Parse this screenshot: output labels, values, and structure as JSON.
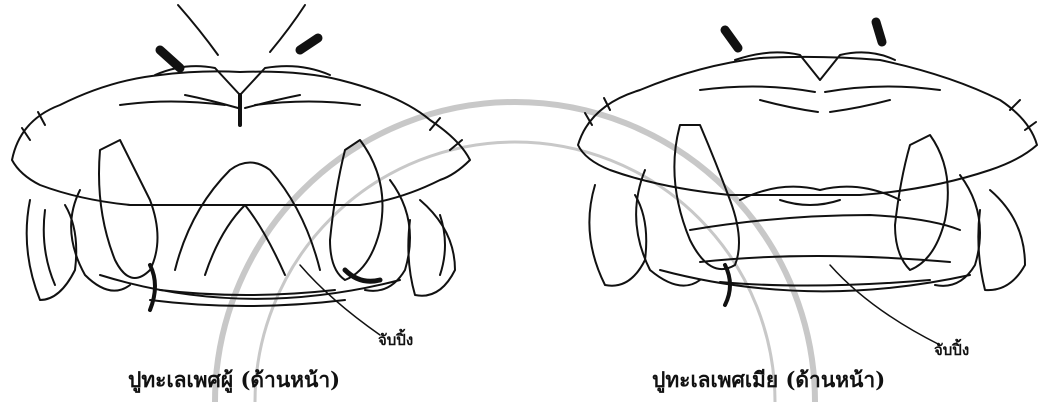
{
  "figures": [
    {
      "id": "male",
      "caption": "ปูทะเลเพศผู้ (ด้านหน้า)",
      "callout": "จับปิ้ง"
    },
    {
      "id": "female",
      "caption": "ปูทะเลเพศเมีย (ด้านหน้า)",
      "callout": "จับปิ้ง"
    }
  ],
  "colors": {
    "ink": "#111111",
    "watermark": "#c8c8c8",
    "background": "#ffffff"
  },
  "watermark": {
    "shape": "concentric-arcs"
  }
}
